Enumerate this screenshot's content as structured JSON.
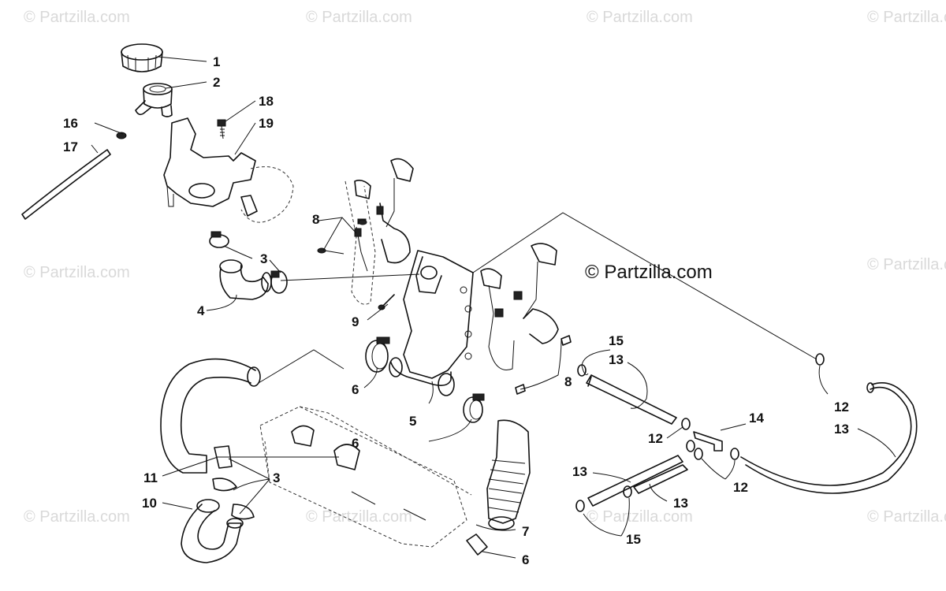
{
  "watermarks": {
    "small": "© Partzilla.com",
    "main": "© Partzilla.com"
  },
  "callouts": [
    "1",
    "2",
    "3",
    "4",
    "5",
    "6",
    "7",
    "8",
    "9",
    "10",
    "11",
    "12",
    "13",
    "14",
    "15",
    "16",
    "17",
    "18",
    "19"
  ]
}
